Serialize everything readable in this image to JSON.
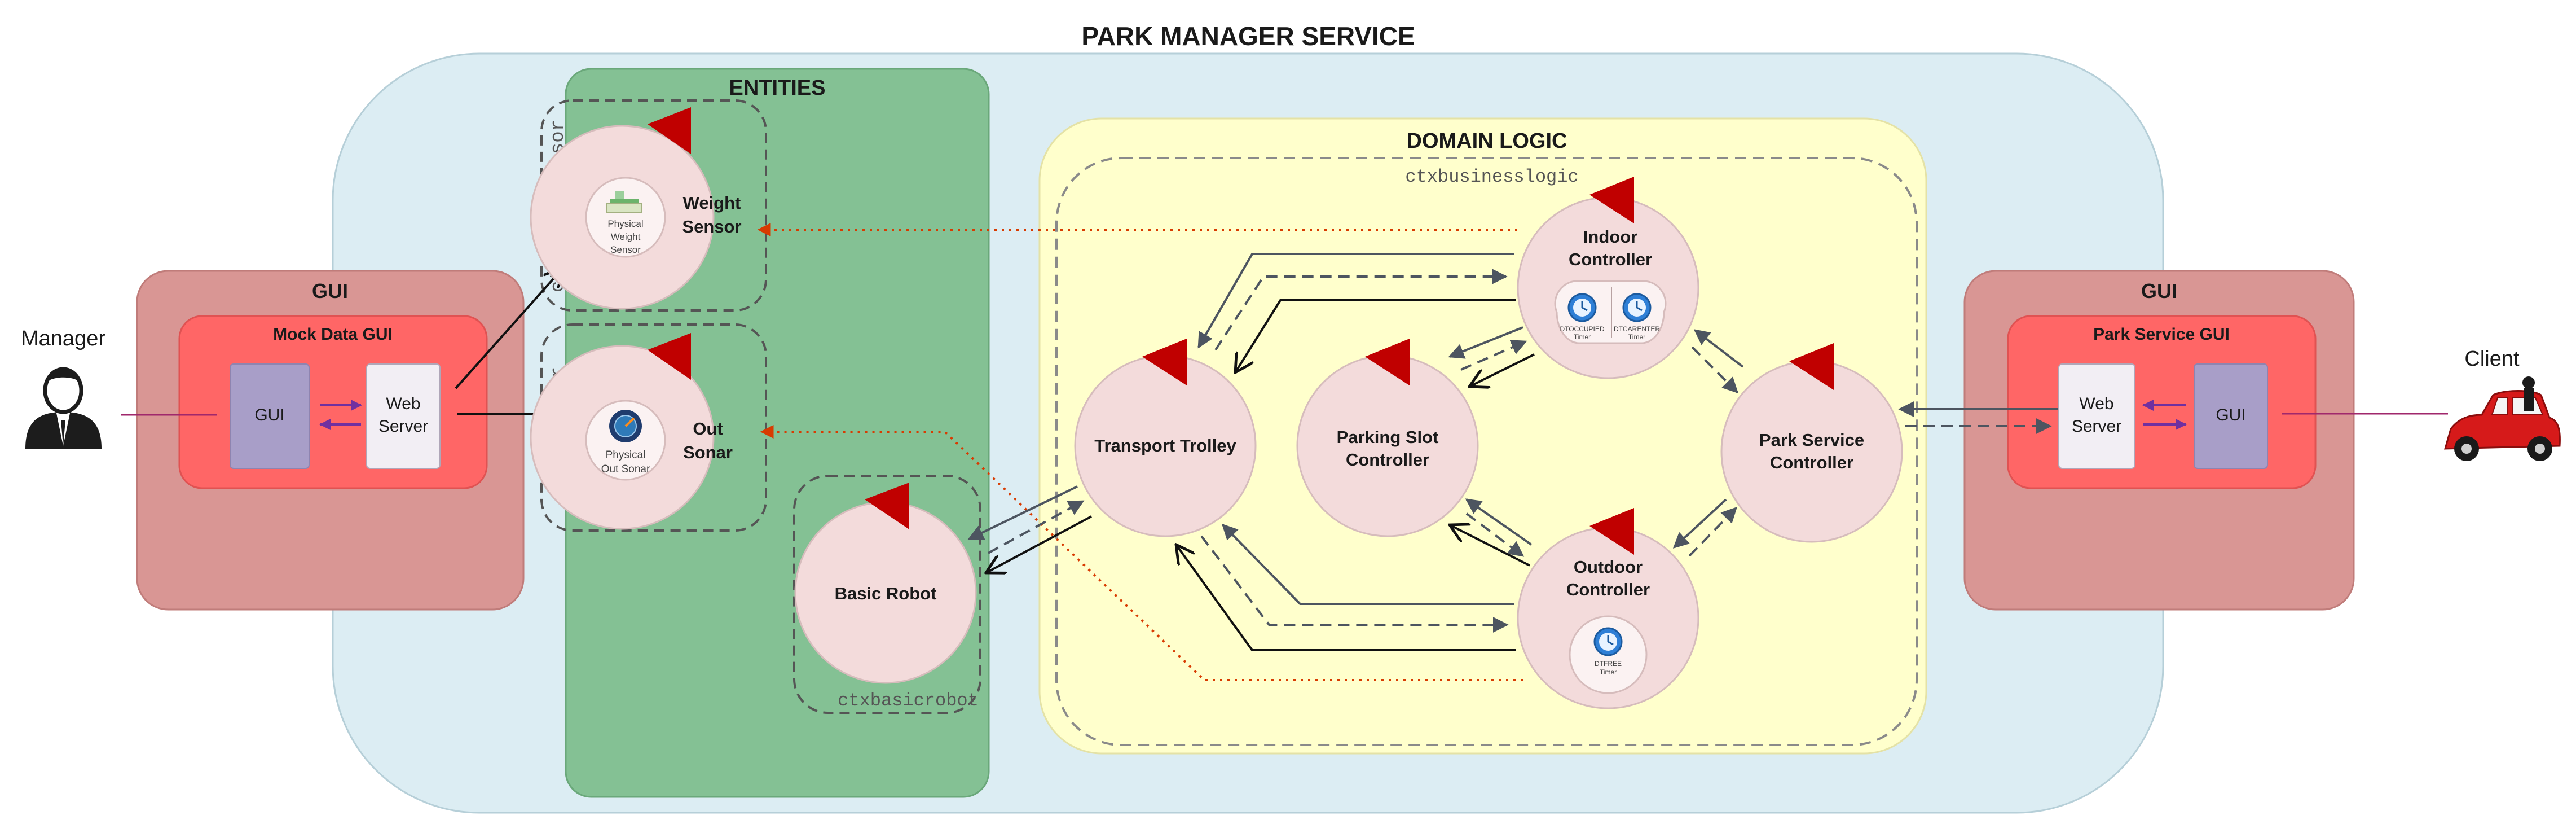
{
  "title": "PARK MANAGER SERVICE",
  "entities": {
    "title": "ENTITIES"
  },
  "domain_logic": {
    "title": "DOMAIN LOGIC",
    "context": "ctxbusinesslogic"
  },
  "contexts": {
    "weight": "ctxweightsensor",
    "sonar": "ctxoutsonar",
    "robot": "ctxbasicrobot"
  },
  "left": {
    "gui_title": "GUI",
    "mock_title": "Mock Data GUI",
    "gui_label": "GUI",
    "server_line1": "Web",
    "server_line2": "Server",
    "actor": "Manager"
  },
  "right": {
    "gui_title": "GUI",
    "service_title": "Park Service GUI",
    "gui_label": "GUI",
    "server_line1": "Web",
    "server_line2": "Server",
    "actor": "Client"
  },
  "actors": {
    "weight_sensor": {
      "line1": "Weight",
      "line2": "Sensor",
      "device": [
        "Physical",
        "Weight",
        "Sensor"
      ]
    },
    "out_sonar": {
      "line1": "Out",
      "line2": "Sonar",
      "device": [
        "Physical",
        "Out Sonar"
      ]
    },
    "basic_robot": {
      "line1": "Basic Robot"
    },
    "transport_trolley": {
      "line1": "Transport Trolley"
    },
    "parking_slot": {
      "line1": "Parking Slot",
      "line2": "Controller"
    },
    "indoor": {
      "line1": "Indoor",
      "line2": "Controller",
      "timers": [
        [
          "DTOCCUPIED",
          "Timer"
        ],
        [
          "DTCARENTER",
          "Timer"
        ]
      ]
    },
    "outdoor": {
      "line1": "Outdoor",
      "line2": "Controller",
      "timers": [
        [
          "DTFREE",
          "Timer"
        ]
      ]
    },
    "park_service": {
      "line1": "Park Service",
      "line2": "Controller"
    }
  },
  "colors": {
    "outer": "#dcedf3",
    "entities": "#84c194",
    "domain": "#ffffcc",
    "gui_outer": "#d99694",
    "gui_inner": "#ff6666",
    "gui_box": "#a89ec8",
    "actor_circle": "#f3dbdb",
    "flag": "#c00000",
    "dotted": "#d83b01",
    "purple": "#7030a0"
  }
}
